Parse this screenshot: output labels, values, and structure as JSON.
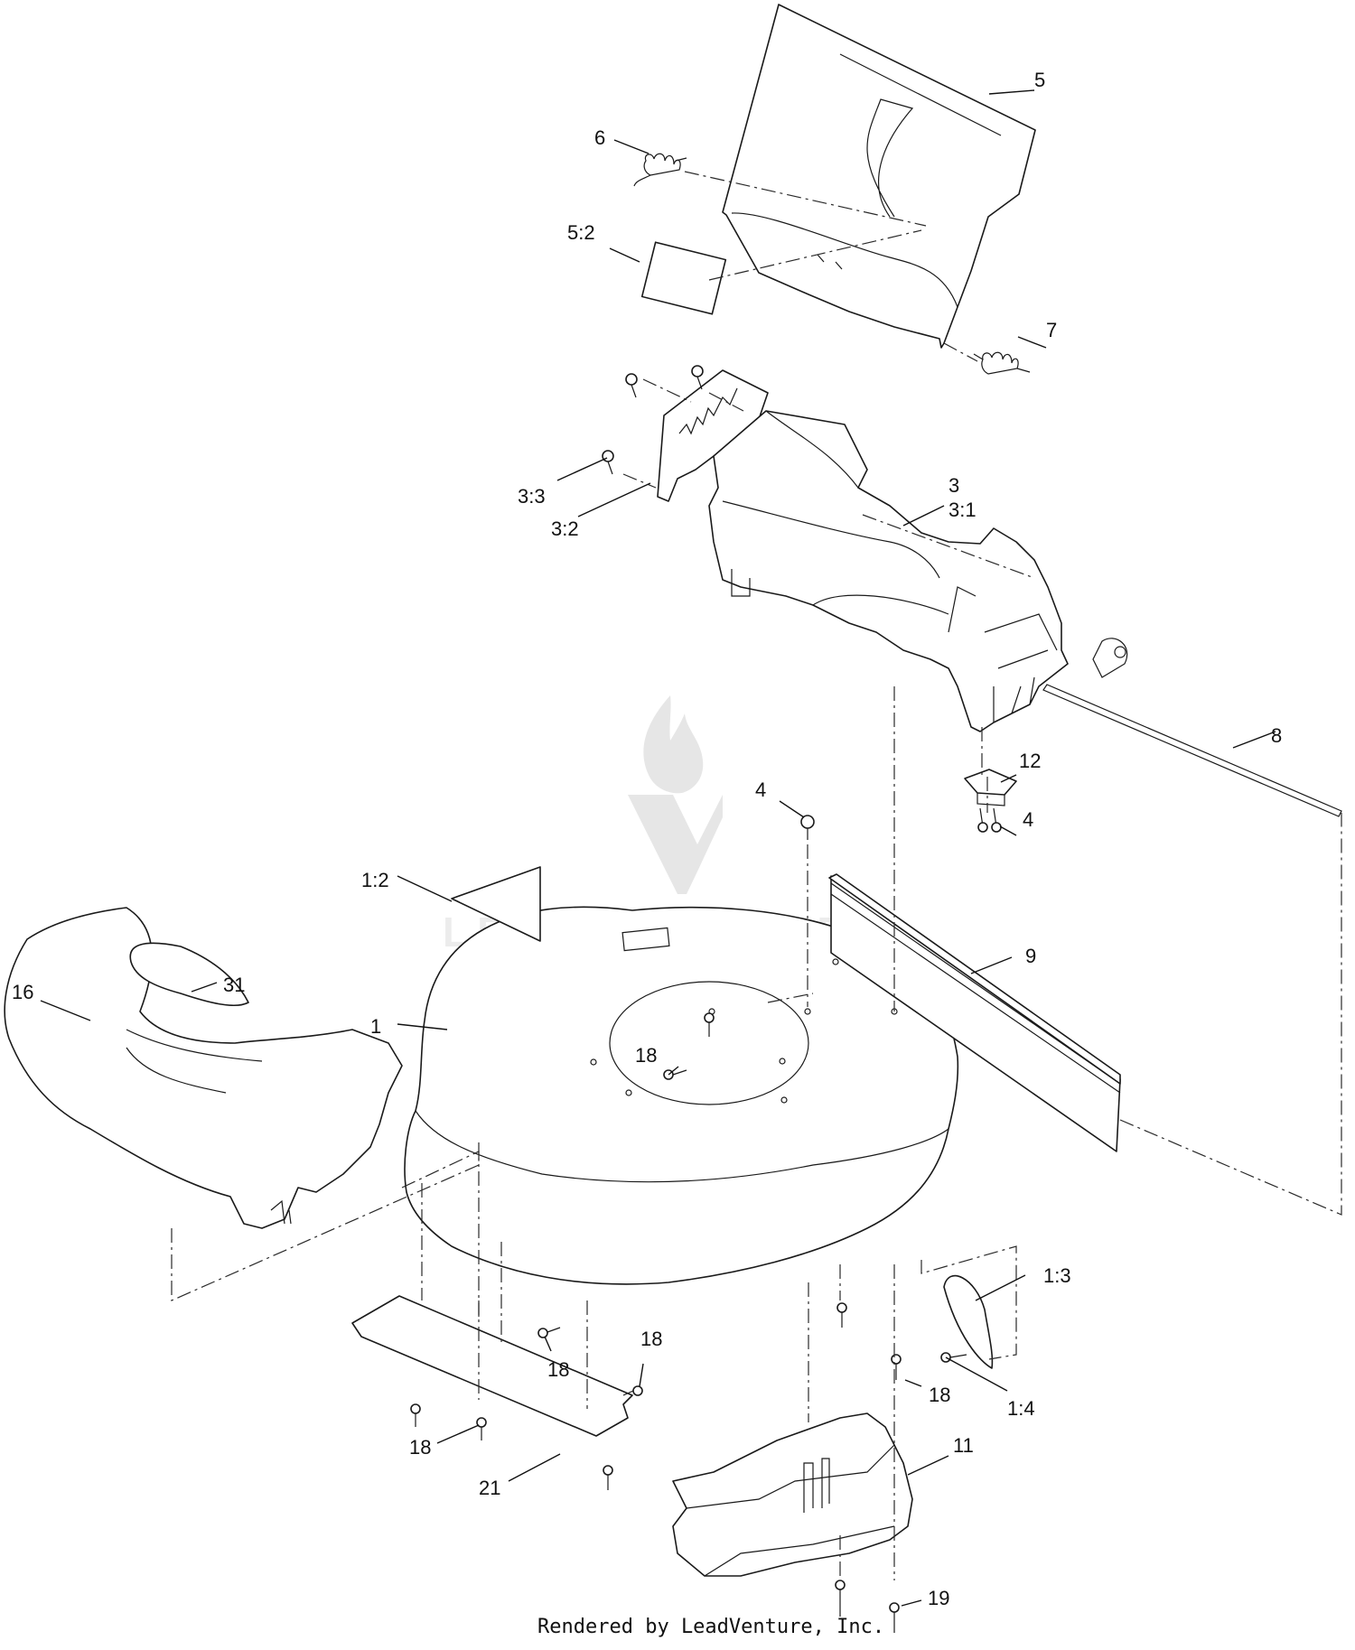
{
  "watermark": {
    "text": "LEADVENTURE"
  },
  "credit": "Rendered by LeadVenture, Inc.",
  "callouts": [
    "5",
    "6",
    "5:2",
    "7",
    "3:3",
    "3:2",
    "3",
    "3:1",
    "8",
    "12",
    "4",
    "4",
    "1:2",
    "9",
    "16",
    "31",
    "1",
    "18",
    "1:3",
    "18",
    "18",
    "18",
    "1:4",
    "18",
    "21",
    "11",
    "19"
  ]
}
